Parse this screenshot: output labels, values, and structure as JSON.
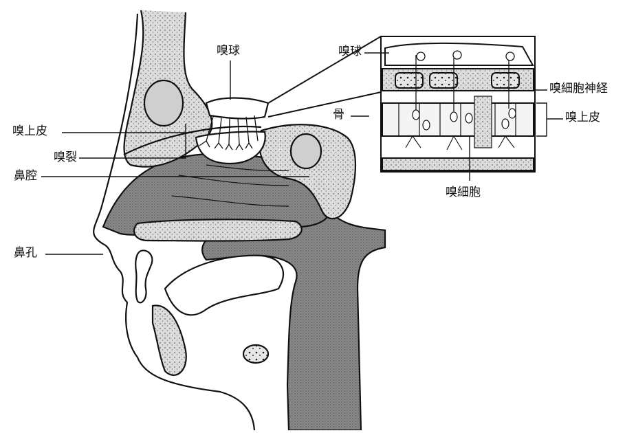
{
  "labels": {
    "olfactory_bulb_main": "嗅球",
    "olfactory_epithelium_main": "嗅上皮",
    "olfactory_cleft": "嗅裂",
    "nasal_cavity": "鼻腔",
    "nostril": "鼻孔",
    "olfactory_bulb_inset": "嗅球",
    "olfactory_nerve": "嗅細胞神経",
    "bone": "骨",
    "olfactory_epithelium_inset": "嗅上皮",
    "olfactory_cell": "嗅細胞"
  }
}
